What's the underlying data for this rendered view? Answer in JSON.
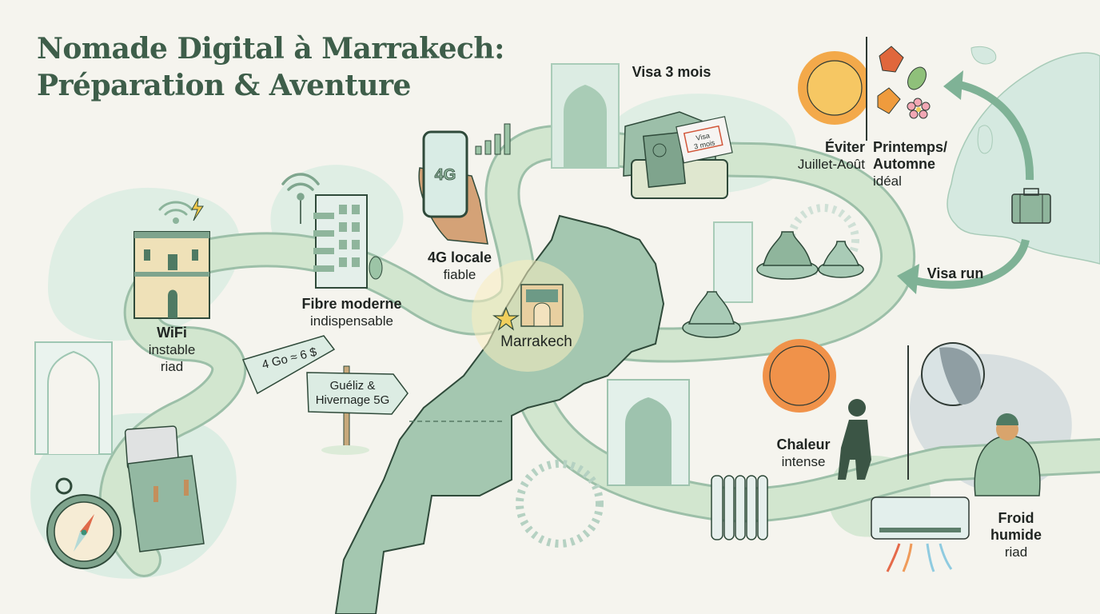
{
  "title": {
    "line1": "Nomade Digital à Marrakech:",
    "line2": "Préparation & Aventure"
  },
  "colors": {
    "background": "#f5f4ee",
    "title": "#3e5e4a",
    "path": "#cfe3cc",
    "path_border": "#8fb59c",
    "map": "#9fc3ad",
    "accent_sun": "#f0924a",
    "accent_star": "#f1cf5c"
  },
  "labels": {
    "wifi": {
      "bold": "WiFi",
      "line2": "instable",
      "line3": "riad",
      "icon": "riad-building-icon"
    },
    "fibre": {
      "bold": "Fibre moderne",
      "line2": "indispensable",
      "icon": "apartment-building-icon"
    },
    "mobile": {
      "bold": "4G locale",
      "line2": "fiable",
      "icon": "smartphone-4g-icon",
      "screen_text": "4G"
    },
    "center": {
      "bold": "Marrakech",
      "icon": "city-gate-icon"
    },
    "visa": {
      "bold": "Visa 3 mois",
      "icon": "suitcase-passport-icon",
      "stamp": "Visa 3 mois"
    },
    "avoid": {
      "bold": "Éviter",
      "line2": "Juillet-Août",
      "icon": "sun-icon"
    },
    "ideal": {
      "bold": "Printemps/",
      "bold2": "Automne",
      "line2": "idéal",
      "icon": "leaves-flower-icon"
    },
    "visa_run": {
      "bold": "Visa run",
      "icon": "europe-map-icon"
    },
    "heat": {
      "bold": "Chaleur",
      "line2": "intense",
      "icon": "hot-sun-person-icon"
    },
    "cold": {
      "bold": "Froid",
      "bold2": "humide",
      "line2": "riad",
      "icon": "cold-person-blanket-icon"
    }
  },
  "signs": {
    "price": "4 Go ≈ 6 $",
    "zones_line1": "Guéliz &",
    "zones_line2": "Hivernage 5G"
  }
}
